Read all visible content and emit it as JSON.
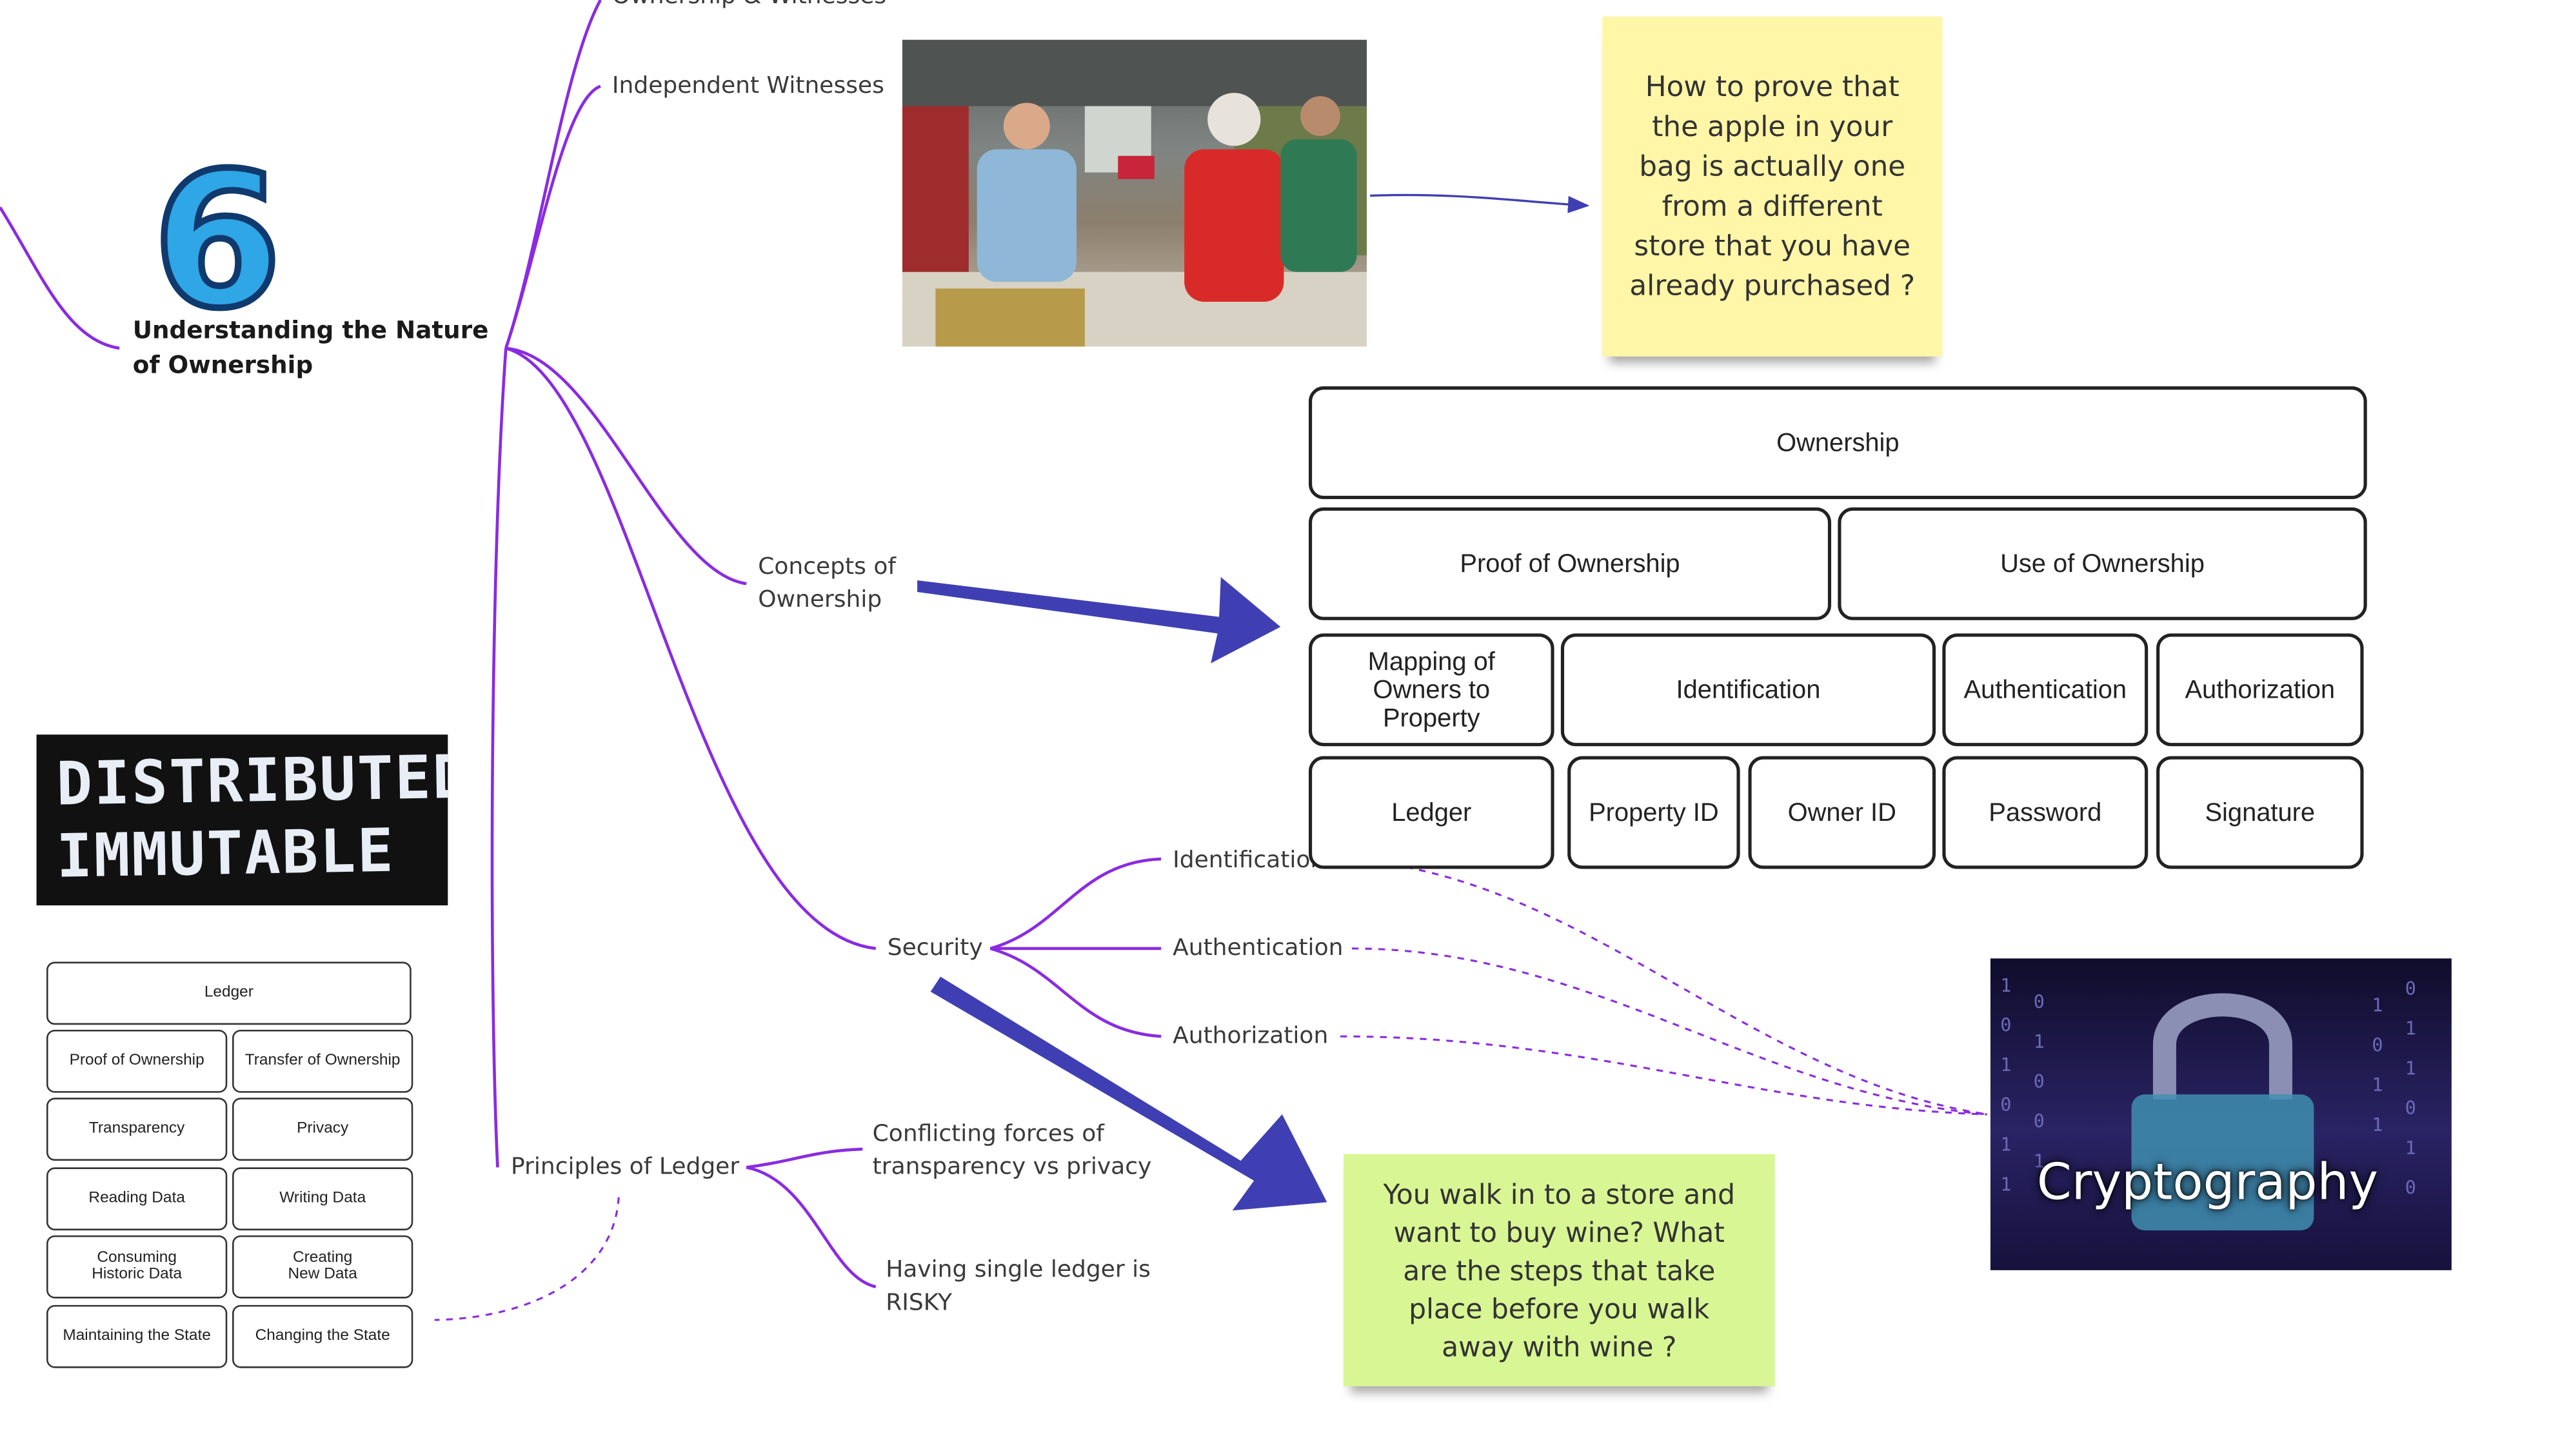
{
  "mindmap": {
    "central_number": "6",
    "central_title": "Understanding the Nature of Ownership",
    "branches": {
      "ownership_witnesses": "Ownership & Witnesses",
      "independent_witnesses": "Independent Witnesses",
      "concepts_of_ownership": "Concepts of Ownership",
      "security": "Security",
      "principles_of_ledger": "Principles of Ledger"
    },
    "security_children": [
      "Identification",
      "Authentication",
      "Authorization"
    ],
    "ledger_children": [
      "Conflicting forces of transparency vs privacy",
      "Having single ledger is RISKY"
    ]
  },
  "notes": {
    "yellow": "How to prove that the apple in your bag is actually one from a different store that you have already purchased ?",
    "green": "You walk in to a store and want to buy wine? What are the steps that take place before you walk away with wine ?"
  },
  "ownership_diagram": {
    "top": "Ownership",
    "level2": [
      "Proof of Ownership",
      "Use of Ownership"
    ],
    "level3": [
      "Mapping of Owners to Property",
      "Identification",
      "Authentication",
      "Authorization"
    ],
    "level4": [
      "Ledger",
      "Property ID",
      "Owner ID",
      "Password",
      "Signature"
    ]
  },
  "ledger_diagram": {
    "top": "Ledger",
    "rows": [
      [
        "Proof of Ownership",
        "Transfer of Ownership"
      ],
      [
        "Transparency",
        "Privacy"
      ],
      [
        "Reading Data",
        "Writing Data"
      ],
      [
        "Consuming Historic Data",
        "Creating New Data"
      ],
      [
        "Maintaining the State",
        "Changing the State"
      ]
    ]
  },
  "images": {
    "distributed_immutable": [
      "DISTRIBUTED",
      "IMMUTABLE"
    ],
    "cryptography": "Cryptography"
  },
  "colors": {
    "branch": "#8a2be2",
    "arrow": "#3f3fb3",
    "dashed": "#8a2be2",
    "note_yellow": "#fff6a8",
    "note_green": "#d8f693"
  }
}
